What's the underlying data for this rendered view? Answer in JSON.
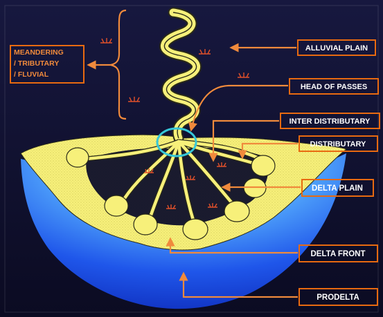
{
  "colors": {
    "background_top": "#15163a",
    "background_bottom": "#0c0c24",
    "delta_fill": "#f7f07a",
    "delta_outline": "#2a2a18",
    "prodelta_light": "#8fd8ff",
    "prodelta_dark": "#1a4ee0",
    "label_box": "#e86a10",
    "label_text": "#ffffff",
    "arrow": "#f08a3c",
    "marsh_symbol": "#e0502a",
    "highlight_ring": "#36c7d8"
  },
  "labels": {
    "meandering_line1": "MEANDERING",
    "meandering_line2": "/ TRIBUTARY",
    "meandering_line3": "/ FLUVIAL",
    "alluvial_plain": "ALLUVIAL PLAIN",
    "head_of_passes": "HEAD OF PASSES",
    "inter_distributary": "INTER DISTRIBUTARY",
    "distributary": "DISTRIBUTARY",
    "delta_plain": "DELTA PLAIN",
    "delta_front": "DELTA FRONT",
    "prodelta": "PRODELTA"
  },
  "icons": [
    "marsh-symbol-icon",
    "brace-icon",
    "arrow-icon"
  ]
}
